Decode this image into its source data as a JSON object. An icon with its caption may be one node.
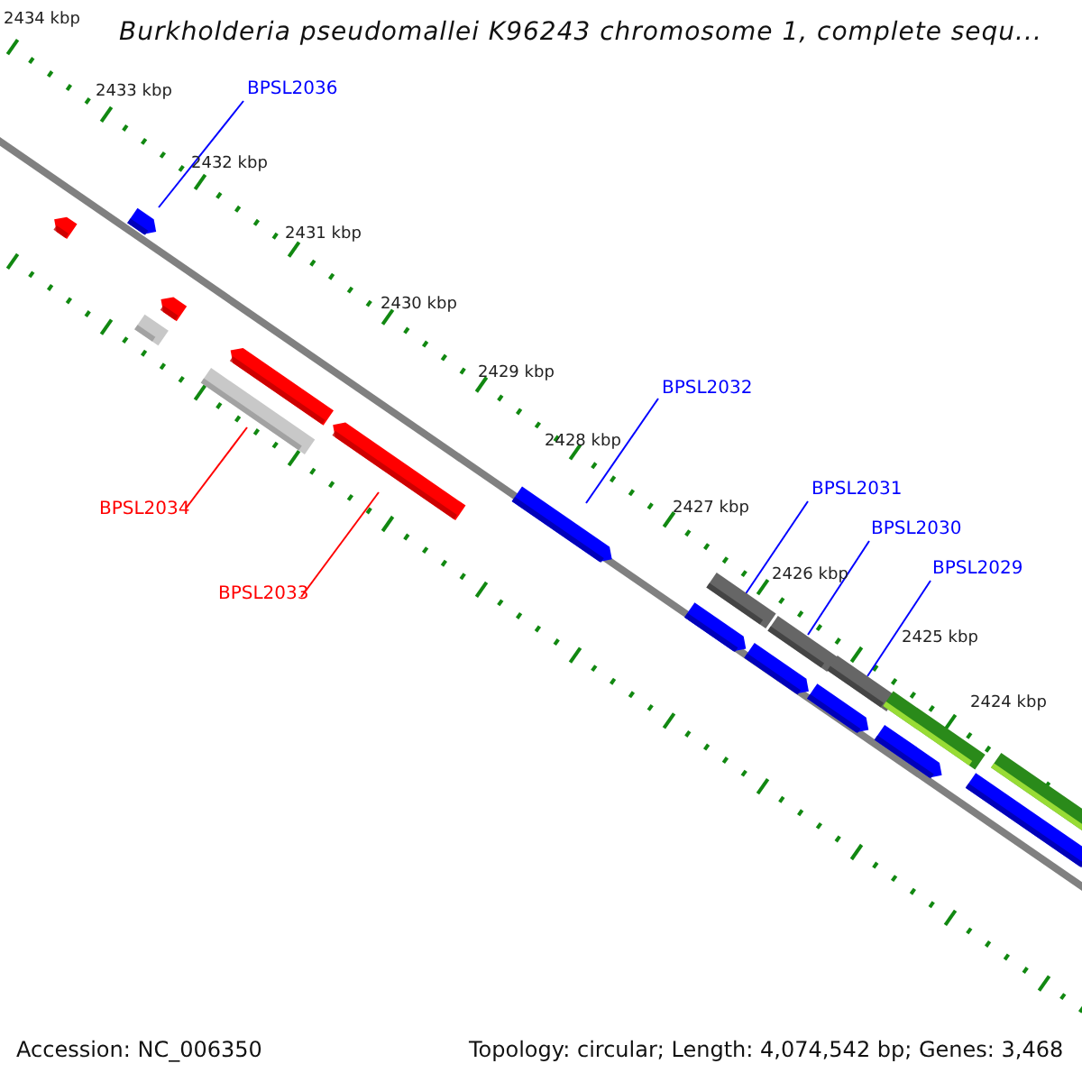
{
  "diagram": {
    "title": "Burkholderia pseudomallei K96243 chromosome 1, complete sequ...",
    "nodes": [
      {
        "text": [
          "BPSL2036"
        ]
      },
      {
        "text": [
          "BPSL2032"
        ]
      },
      {
        "text": [
          "BPSL2031"
        ]
      },
      {
        "text": [
          "BPSL2034"
        ]
      },
      {
        "text": [
          "BPSL2030"
        ]
      },
      {
        "text": [
          "BPSL2029"
        ]
      },
      {
        "text": [
          "BPSL2033"
        ]
      },
      {
        "text": [],
        "shape": "bar"
      },
      {
        "text": [],
        "shape": "bar"
      },
      {
        "text": [],
        "shape": "bar"
      },
      {
        "text": [],
        "shape": "bar"
      },
      {
        "text": [],
        "shape": "bar"
      },
      {
        "text": [],
        "shape": "bar"
      },
      {
        "text": [],
        "shape": "bar"
      },
      {
        "text": [],
        "shape": "bar"
      },
      {
        "text": [],
        "shape": "bar"
      },
      {
        "text": [],
        "shape": "bar"
      },
      {
        "text": [],
        "shape": "bar"
      },
      {
        "text": [],
        "shape": "bar"
      },
      {
        "text": [],
        "shape": "bar"
      },
      {
        "text": [],
        "shape": "bar"
      },
      {
        "text": [],
        "shape": "bar"
      },
      {
        "text": [],
        "shape": "bar"
      },
      {
        "text": [],
        "shape": "bar"
      },
      {
        "text": [],
        "shape": "bar"
      }
    ],
    "edges": [
      {
        "from": 0,
        "to": 8,
        "arrow": "none"
      },
      {
        "from": 1,
        "to": 14,
        "arrow": "none"
      },
      {
        "from": 2,
        "to": 16,
        "arrow": "none"
      },
      {
        "from": 3,
        "to": 11,
        "arrow": "none",
        "color": "#ff0000"
      },
      {
        "from": 4,
        "to": 18,
        "arrow": "none"
      },
      {
        "from": 5,
        "to": 20,
        "arrow": "none"
      },
      {
        "from": 6,
        "to": 13,
        "arrow": "none",
        "color": "#ff0000"
      }
    ],
    "labels": [
      "2434 kbp",
      "2433 kbp",
      "2432 kbp",
      "2431 kbp",
      "2430 kbp",
      "2429 kbp",
      "2428 kbp",
      "2427 kbp",
      "2426 kbp",
      "2425 kbp",
      "2424 kbp",
      "Accession: NC_006350",
      "Topology: circular; Length: 4,074,542 bp; Genes: 3,468"
    ]
  }
}
